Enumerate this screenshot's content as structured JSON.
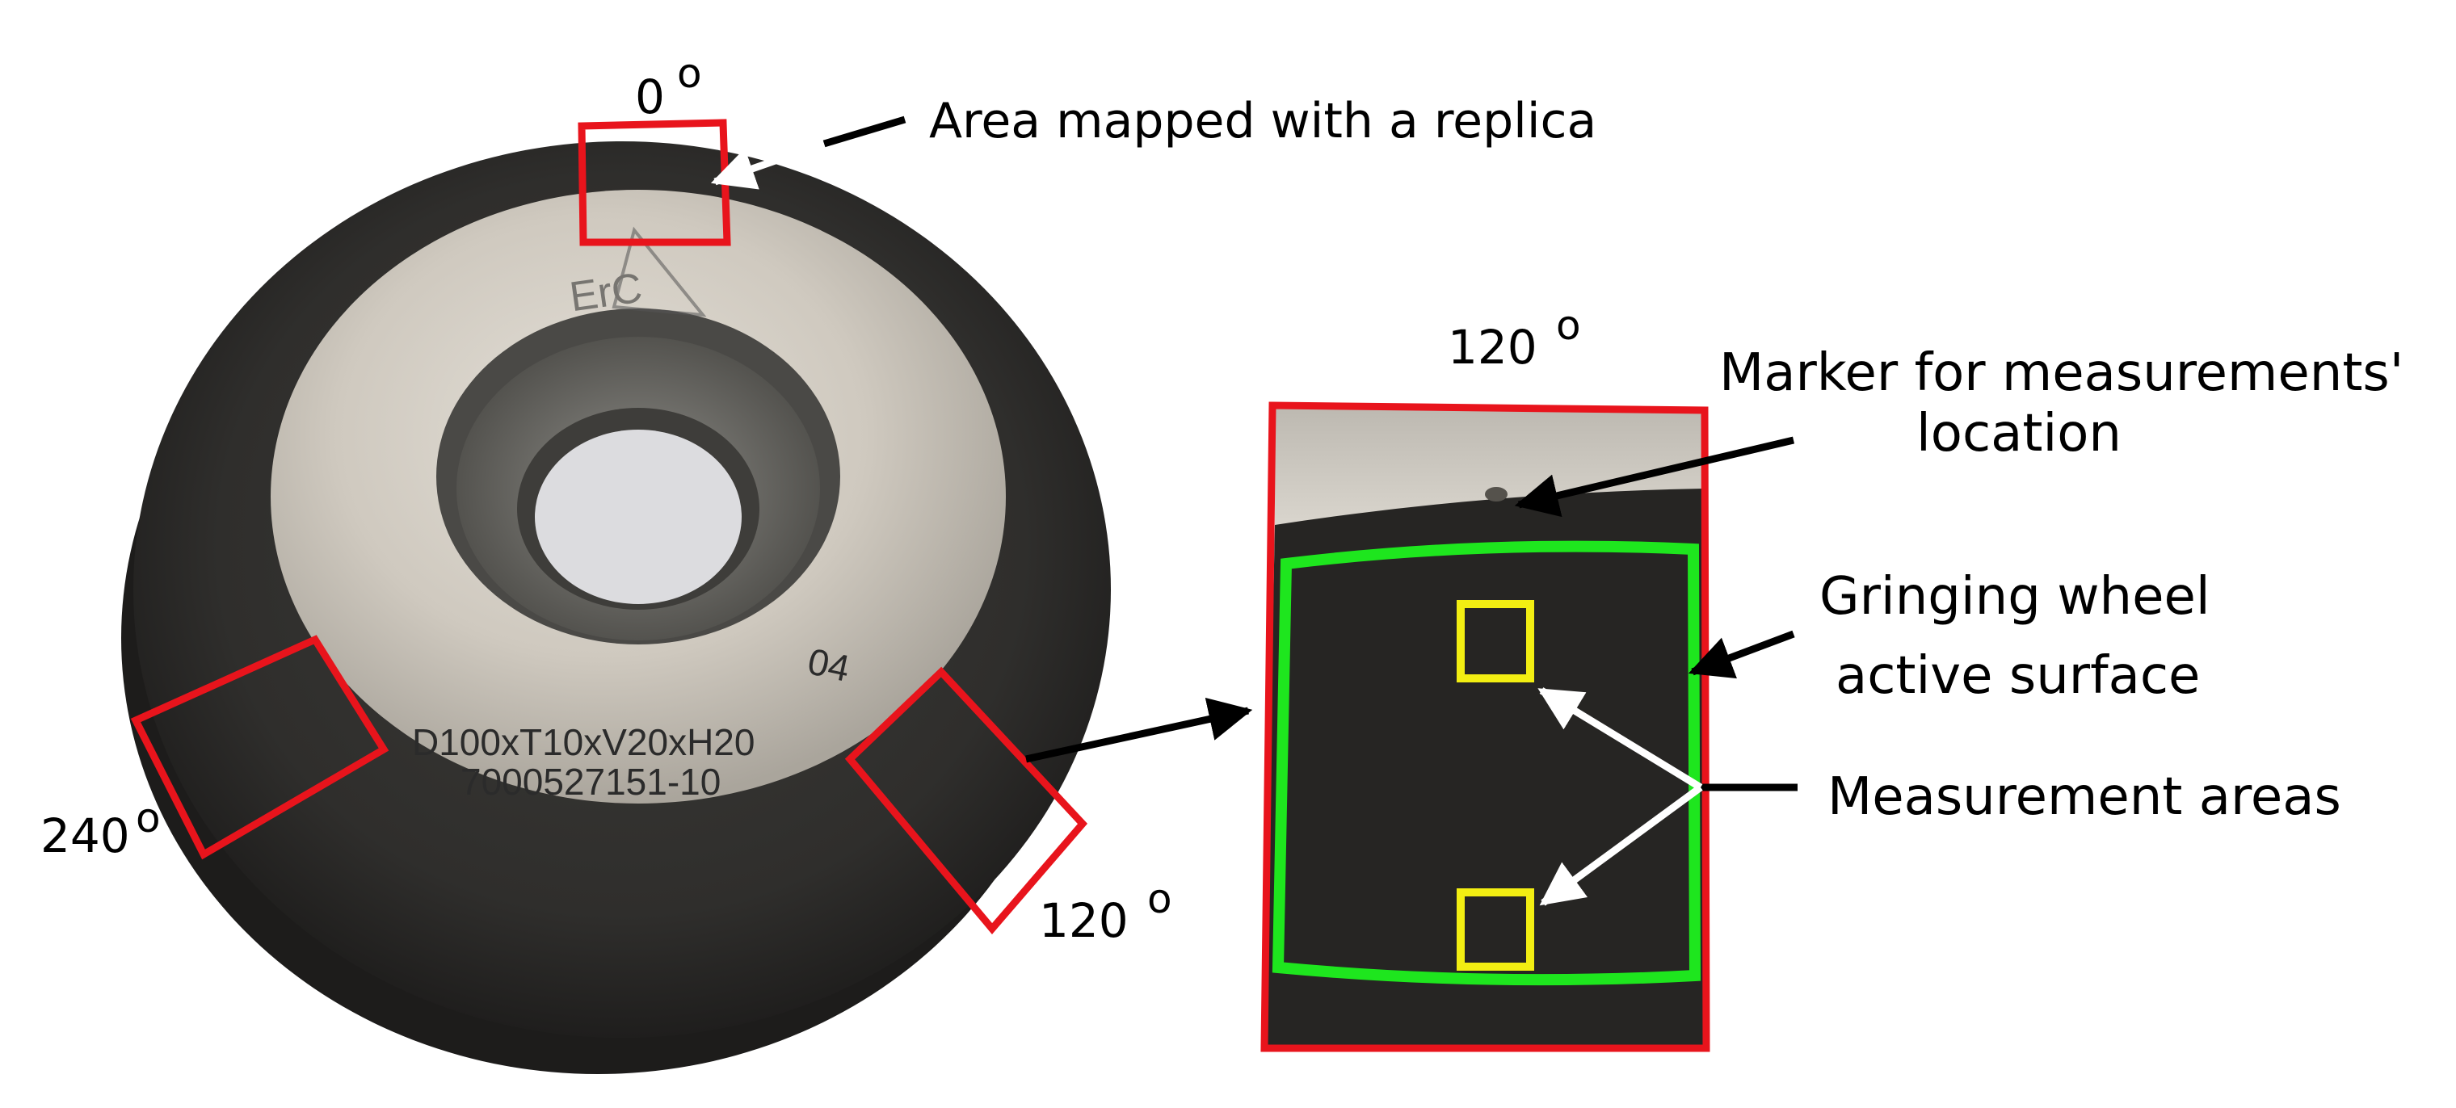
{
  "angles": {
    "top": "0",
    "left": "240",
    "right": "120",
    "inset": "120",
    "degree_symbol": "o"
  },
  "labels": {
    "replica_area": "Area mapped with a replica",
    "marker_line1": "Marker for measurements'",
    "marker_line2": "location",
    "active_surface_line1": "Gringing wheel",
    "active_surface_line2": "active surface",
    "measurement_areas": "Measurement areas"
  },
  "wheel_stamp": {
    "line1": "D100xT10xV20xH20",
    "line2": "7000527151-10",
    "mark": "04",
    "logo_text": "ErC"
  },
  "colors": {
    "replica_box": "#e8141c",
    "active_surface": "#1ee61e",
    "measurement_box": "#f2ee12",
    "wheel_dark": "#2e2d2b",
    "hub_metal": "#cfcac1"
  }
}
